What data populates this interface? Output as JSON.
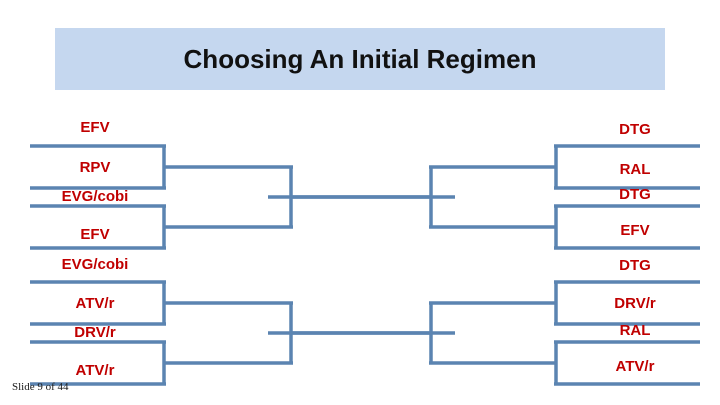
{
  "slide": {
    "title": "Choosing An Initial Regimen",
    "counter": "Slide 9 of 44",
    "colors": {
      "title_bg": "#c5d7ef",
      "title_text": "#111111",
      "label_text": "#c00000",
      "bracket_line": "#5b84b1",
      "background": "#ffffff"
    }
  },
  "bracket": {
    "left_column": {
      "upper_group": [
        {
          "id": "left-1",
          "label": "EFV"
        },
        {
          "id": "left-2",
          "label": "RPV"
        },
        {
          "id": "left-3",
          "label": "EVG/cobi"
        },
        {
          "id": "left-4",
          "label": "EFV"
        }
      ],
      "lower_group": [
        {
          "id": "left-5",
          "label": "EVG/cobi"
        },
        {
          "id": "left-6",
          "label": "ATV/r"
        },
        {
          "id": "left-7",
          "label": "DRV/r"
        },
        {
          "id": "left-8",
          "label": "ATV/r"
        }
      ]
    },
    "right_column": {
      "upper_group": [
        {
          "id": "right-1",
          "label": "DTG"
        },
        {
          "id": "right-2",
          "label": "RAL"
        },
        {
          "id": "right-3",
          "label": "DTG"
        },
        {
          "id": "right-4",
          "label": "EFV"
        }
      ],
      "lower_group": [
        {
          "id": "right-5",
          "label": "DTG"
        },
        {
          "id": "right-6",
          "label": "DRV/r"
        },
        {
          "id": "right-7",
          "label": "RAL"
        },
        {
          "id": "right-8",
          "label": "ATV/r"
        }
      ]
    }
  }
}
